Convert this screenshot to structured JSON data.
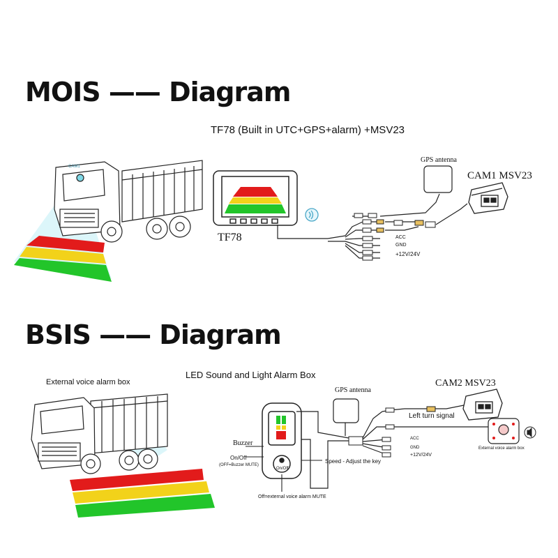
{
  "sections": {
    "mois": {
      "heading": "MOIS —— Diagram",
      "subtitle": "TF78 (Built in UTC+GPS+alarm) +MSV23",
      "monitor_label": "TF78",
      "gps_label": "GPS antenna",
      "camera_label": "CAM1  MSV23",
      "truck_cam_label": "CAM1",
      "wire_labels": [
        "ACC",
        "GND",
        "+12V/24V"
      ]
    },
    "bsis": {
      "heading": "BSIS —— Diagram",
      "external_box_label": "External voice alarm box",
      "alarm_box_title": "LED Sound and Light Alarm Box",
      "gps_label": "GPS antenna",
      "camera_label": "CAM2   MSV23",
      "left_turn_label": "Left turn signal",
      "buzzer_label": "Buzzer",
      "onoff_label": "On/Off",
      "onoff_sub": "(OFF=Buzzer MUTE)",
      "speed_label": "Speed - Adjust the key",
      "mute_label": "Off=external voice alarm MUTE",
      "ext_voice_box_label": "External voice alarm box",
      "button_label": "On/Off",
      "wire_labels": [
        "ACC",
        "GND",
        "+12V/24V"
      ]
    }
  },
  "colors": {
    "red": "#e21b1b",
    "yellow": "#f2d21a",
    "green": "#22c52a",
    "wire": "#222222",
    "cyan": "#7fd8e6"
  }
}
